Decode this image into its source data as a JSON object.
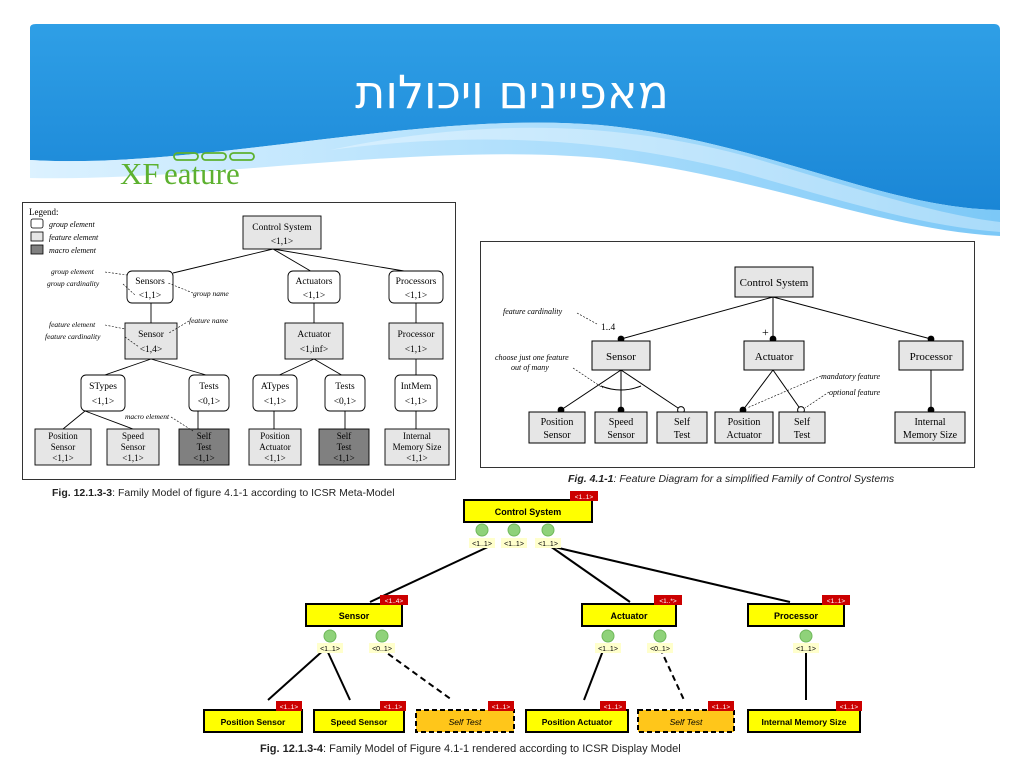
{
  "slide": {
    "title": "מאפיינים ויכולות",
    "logo_text": "XFeature",
    "colors": {
      "header_blue": "#1f93e0",
      "header_light": "#8fd2fb",
      "logo_green": "#5db130",
      "yellow": "#ffff00",
      "orange": "#ffc61a",
      "red_tag": "#cc0000"
    }
  },
  "fig_left": {
    "legend": {
      "title": "Legend:",
      "items": [
        "group element",
        "feature element",
        "macro element"
      ]
    },
    "nodes": {
      "control_system": {
        "name": "Control System",
        "card": "<1,1>"
      },
      "sensors": {
        "name": "Sensors",
        "card": "<1,1>"
      },
      "actuators": {
        "name": "Actuators",
        "card": "<1,1>"
      },
      "processors": {
        "name": "Processors",
        "card": "<1,1>"
      },
      "sensor": {
        "name": "Sensor",
        "card": "<1,4>"
      },
      "actuator": {
        "name": "Actuator",
        "card": "<1,inf>"
      },
      "processor": {
        "name": "Processor",
        "card": "<1,1>"
      },
      "stypes": {
        "name": "STypes",
        "card": "<1,1>"
      },
      "tests1": {
        "name": "Tests",
        "card": "<0,1>"
      },
      "atypes": {
        "name": "ATypes",
        "card": "<1,1>"
      },
      "tests2": {
        "name": "Tests",
        "card": "<0,1>"
      },
      "intmem": {
        "name": "IntMem",
        "card": "<1,1>"
      },
      "pos_sensor": {
        "line1": "Position",
        "line2": "Sensor",
        "card": "<1,1>"
      },
      "speed_sensor": {
        "line1": "Speed",
        "line2": "Sensor",
        "card": "<1,1>"
      },
      "self_test1": {
        "line1": "Self",
        "line2": "Test",
        "card": "<1,1>"
      },
      "pos_actuator": {
        "line1": "Position",
        "line2": "Actuator",
        "card": "<1,1>"
      },
      "self_test2": {
        "line1": "Self",
        "line2": "Test",
        "card": "<1,1>"
      },
      "internal_mem": {
        "line1": "Internal",
        "line2": "Memory Size",
        "card": "<1,1>"
      }
    },
    "annotations": {
      "group_element": "group element",
      "group_cardinality": "group cardinality",
      "group_name": "group name",
      "feature_element": "feature element",
      "feature_cardinality": "feature cardinality",
      "feature_name": "feature name",
      "macro_element": "macro element"
    }
  },
  "fig_right": {
    "nodes": {
      "control_system": "Control System",
      "sensor": "Sensor",
      "actuator": "Actuator",
      "processor": "Processor",
      "pos_sensor": {
        "line1": "Position",
        "line2": "Sensor"
      },
      "speed_sensor": {
        "line1": "Speed",
        "line2": "Sensor"
      },
      "self_test1": {
        "line1": "Self",
        "line2": "Test"
      },
      "pos_actuator": {
        "line1": "Position",
        "line2": "Actuator"
      },
      "self_test2": {
        "line1": "Self",
        "line2": "Test"
      },
      "internal_mem": {
        "line1": "Internal",
        "line2": "Memory Size"
      }
    },
    "annotations": {
      "feature_cardinality": "feature cardinality",
      "card_value": "1..4",
      "plus": "+",
      "choose_line1": "choose just one feature",
      "choose_line2": "out of many",
      "mandatory": "mandatory feature",
      "optional": "optional feature"
    }
  },
  "fig_bottom": {
    "nodes": {
      "control_system": {
        "name": "Control System",
        "card": "<1..1>"
      },
      "sensor": {
        "name": "Sensor",
        "card": "<1..4>"
      },
      "actuator": {
        "name": "Actuator",
        "card": "<1..*>"
      },
      "processor": {
        "name": "Processor",
        "card": "<1..1>"
      },
      "pos_sensor": {
        "name": "Position Sensor",
        "card": "<1..1>"
      },
      "speed_sensor": {
        "name": "Speed Sensor",
        "card": "<1..1>"
      },
      "self_test1": {
        "name": "Self Test",
        "card": "<1..1>"
      },
      "pos_actuator": {
        "name": "Position Actuator",
        "card": "<1..1>"
      },
      "self_test2": {
        "name": "Self Test",
        "card": "<1..1>"
      },
      "internal_mem": {
        "name": "Internal Memory Size",
        "card": "<1..1>"
      }
    },
    "groups": {
      "cs_g1": "<1..1>",
      "cs_g2": "<1..1>",
      "cs_g3": "<1..1>",
      "sensor_g1": "<1..1>",
      "sensor_g2": "<0..1>",
      "actuator_g1": "<1..1>",
      "actuator_g2": "<0..1>",
      "processor_g1": "<1..1>"
    }
  },
  "captions": {
    "left": {
      "label": "Fig. 12.1.3-3",
      "text": ": Family Model of figure 4.1-1 according to ICSR Meta-Model"
    },
    "right": {
      "label": "Fig. 4.1-1",
      "text": ": Feature Diagram for a simplified Family of Control Systems"
    },
    "bottom": {
      "label": "Fig. 12.1.3-4",
      "text": ": Family Model of Figure 4.1-1 rendered according to ICSR Display Model"
    }
  }
}
